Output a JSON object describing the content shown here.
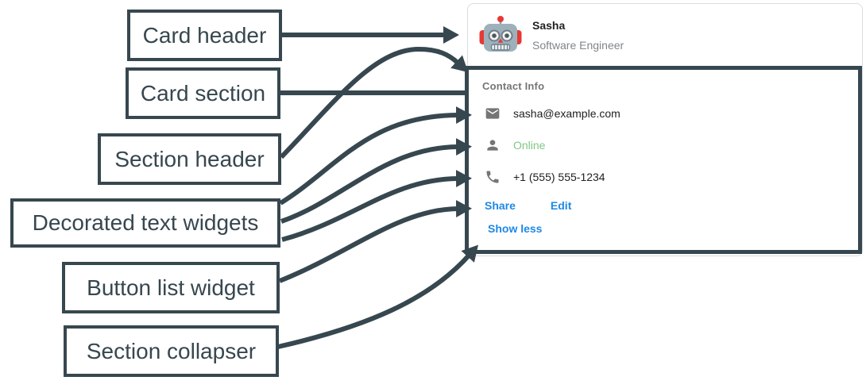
{
  "colors": {
    "annotation_slate": "#37474f",
    "link_blue": "#1e88e5",
    "online_green": "#81c784",
    "row_text_dark": "#212121",
    "muted_gray": "#757575",
    "subtitle_gray": "#80868b",
    "card_border_gray": "#dadce0",
    "avatar_red": "#e53935",
    "avatar_gray": "#9eb1bb"
  },
  "labels": [
    {
      "id": "card-header",
      "text": "Card header"
    },
    {
      "id": "card-section",
      "text": "Card section"
    },
    {
      "id": "section-header",
      "text": "Section header"
    },
    {
      "id": "decorated-text-widgets",
      "text": "Decorated text widgets"
    },
    {
      "id": "button-list-widget",
      "text": "Button list widget"
    },
    {
      "id": "section-collapser",
      "text": "Section collapser"
    }
  ],
  "card": {
    "header": {
      "avatar_icon": "robot-avatar",
      "name": "Sasha",
      "title": "Software Engineer"
    },
    "section": {
      "header": "Contact Info",
      "rows": [
        {
          "icon": "email-icon",
          "text": "sasha@example.com"
        },
        {
          "icon": "person-icon",
          "text": "Online"
        },
        {
          "icon": "phone-icon",
          "text": "+1 (555) 555-1234"
        }
      ],
      "buttons": [
        "Share",
        "Edit"
      ],
      "collapser": "Show less"
    }
  }
}
